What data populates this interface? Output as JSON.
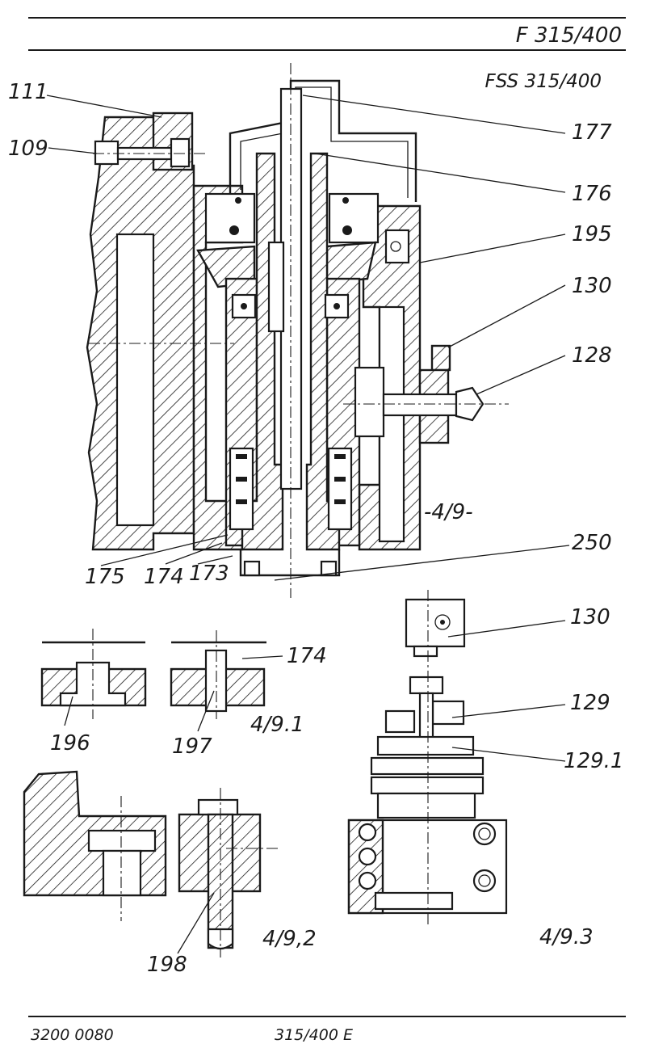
{
  "header": {
    "model_code": "F 315/400",
    "subtitle": "FSS 315/400"
  },
  "main_view": {
    "callouts": {
      "c111": "111",
      "c109": "109",
      "c177": "177",
      "c176": "176",
      "c195": "195",
      "c130": "130",
      "c128": "128",
      "c175": "175",
      "c174": "174",
      "c173": "173",
      "c250": "250"
    },
    "figure_label": "-4/9-"
  },
  "detail_9_1": {
    "callouts": {
      "c196": "196",
      "c197": "197",
      "c174": "174"
    },
    "figure_label": "4/9.1"
  },
  "detail_9_2": {
    "callouts": {
      "c198": "198"
    },
    "figure_label": "4/9,2"
  },
  "detail_9_3": {
    "callouts": {
      "c130": "130",
      "c129": "129",
      "c129_1": "129.1"
    },
    "figure_label": "4/9.3"
  },
  "footer": {
    "doc_number": "3200 0080",
    "edition": "315/400 E"
  }
}
